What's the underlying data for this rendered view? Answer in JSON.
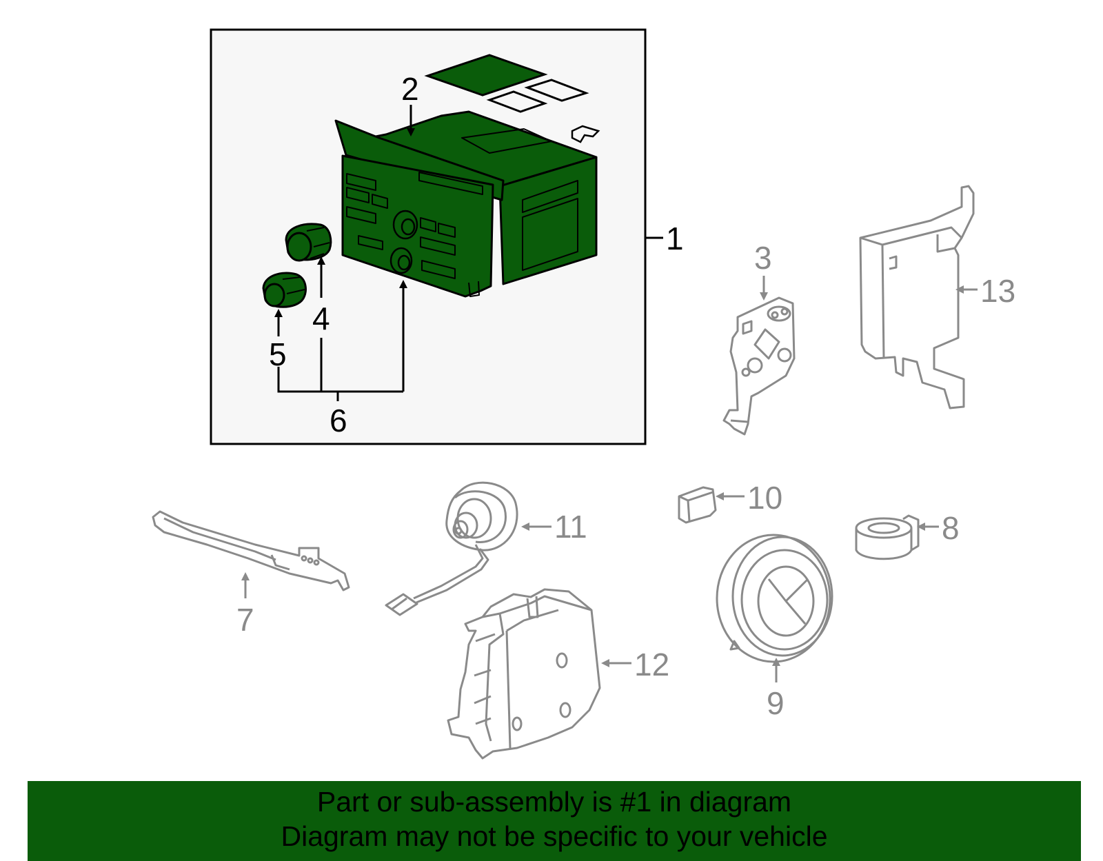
{
  "colors": {
    "highlight_fill": "#0a5c0a",
    "inset_background": "#f7f7f7",
    "inactive_line": "#8a8a8a",
    "active_line": "#000000"
  },
  "callouts": {
    "c1": "1",
    "c2": "2",
    "c3": "3",
    "c4": "4",
    "c5": "5",
    "c6": "6",
    "c7": "7",
    "c8": "8",
    "c9": "9",
    "c10": "10",
    "c11": "11",
    "c12": "12",
    "c13": "13"
  },
  "banner": {
    "line1": "Part or sub-assembly is #1 in diagram",
    "line2": "Diagram may not be specific to your vehicle"
  }
}
